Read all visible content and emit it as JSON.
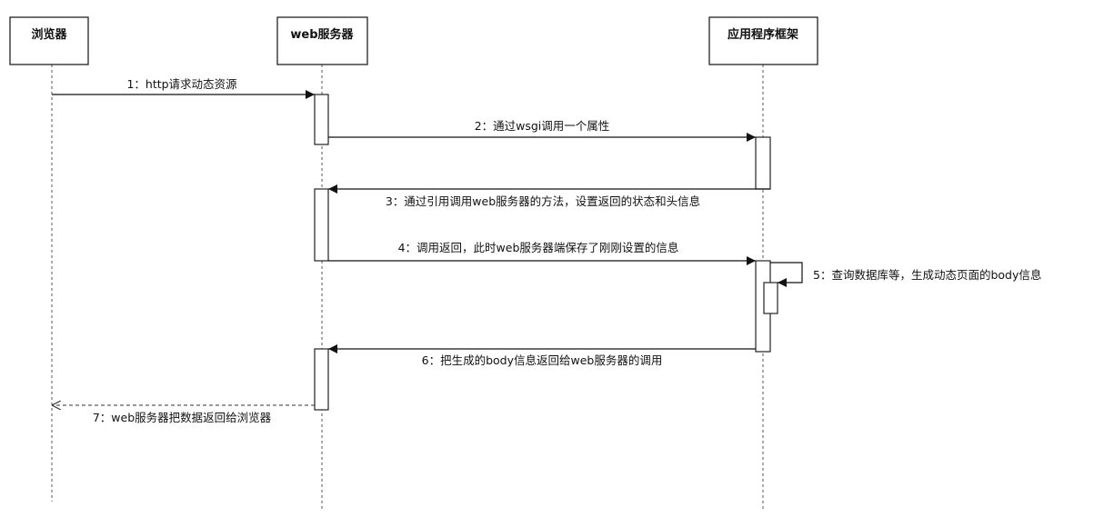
{
  "participants": [
    {
      "id": "browser",
      "label": "浏览器"
    },
    {
      "id": "webserver",
      "label": "web服务器"
    },
    {
      "id": "framework",
      "label": "应用程序框架"
    }
  ],
  "messages": [
    {
      "id": "m1",
      "label": "1：http请求动态资源",
      "from": "browser",
      "to": "webserver",
      "style": "solid"
    },
    {
      "id": "m2",
      "label": "2：通过wsgi调用一个属性",
      "from": "webserver",
      "to": "framework",
      "style": "solid"
    },
    {
      "id": "m3",
      "label": "3：通过引用调用web服务器的方法，设置返回的状态和头信息",
      "from": "framework",
      "to": "webserver",
      "style": "solid"
    },
    {
      "id": "m4",
      "label": "4：调用返回，此时web服务器端保存了刚刚设置的信息",
      "from": "webserver",
      "to": "framework",
      "style": "solid"
    },
    {
      "id": "m5",
      "label": "5：查询数据库等，生成动态页面的body信息",
      "from": "framework",
      "to": "framework",
      "style": "self"
    },
    {
      "id": "m6",
      "label": "6：把生成的body信息返回给web服务器的调用",
      "from": "framework",
      "to": "webserver",
      "style": "solid"
    },
    {
      "id": "m7",
      "label": "7：web服务器把数据返回给浏览器",
      "from": "webserver",
      "to": "browser",
      "style": "dashed"
    }
  ]
}
